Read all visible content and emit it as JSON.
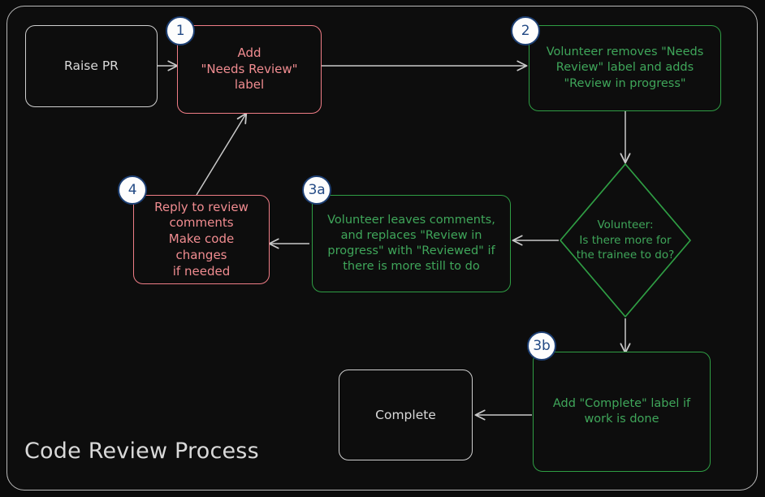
{
  "diagram": {
    "title": "Code Review Process",
    "colors": {
      "background": "#0b0b0b",
      "frame_border": "#b9b9b9",
      "neutral": "#cfcfcf",
      "red": "#ef7d86",
      "red_text": "#f08c90",
      "green": "#2f9e44",
      "green_text": "#3fa65a",
      "edge": "#c9c9c9",
      "badge_fill": "#fdfdfd",
      "badge_border": "#1d3f73",
      "badge_text": "#234a85"
    },
    "nodes": [
      {
        "id": "raise-pr",
        "label": "Raise PR",
        "shape": "rounded-rect",
        "style": "neutral",
        "badge": null
      },
      {
        "id": "add-needs-review-label",
        "label": "Add\n\"Needs Review\"\nlabel",
        "shape": "rounded-rect",
        "style": "red",
        "badge": "1"
      },
      {
        "id": "volunteer-swaps-labels",
        "label": "Volunteer removes \"Needs\nReview\" label and adds\n\"Review in progress\"",
        "shape": "rounded-rect",
        "style": "green",
        "badge": "2"
      },
      {
        "id": "more-for-trainee-decision",
        "label": "Volunteer:\nIs there more for\nthe trainee to do?",
        "shape": "diamond",
        "style": "green",
        "badge": null
      },
      {
        "id": "volunteer-leaves-comments",
        "label": "Volunteer leaves comments,\nand replaces \"Review in\nprogress\" with \"Reviewed\" if\nthere is more still to do",
        "shape": "rounded-rect",
        "style": "green",
        "badge": "3a"
      },
      {
        "id": "reply-to-review-comments",
        "label": "Reply to review\ncomments\nMake code changes\nif needed",
        "shape": "rounded-rect",
        "style": "red",
        "badge": "4"
      },
      {
        "id": "add-complete-label",
        "label": "Add \"Complete\" label if\nwork is done",
        "shape": "rounded-rect",
        "style": "green",
        "badge": "3b"
      },
      {
        "id": "complete",
        "label": "Complete",
        "shape": "rounded-rect",
        "style": "neutral",
        "badge": null
      }
    ],
    "edges": [
      {
        "from": "raise-pr",
        "to": "add-needs-review-label",
        "label": ""
      },
      {
        "from": "add-needs-review-label",
        "to": "volunteer-swaps-labels",
        "label": ""
      },
      {
        "from": "volunteer-swaps-labels",
        "to": "more-for-trainee-decision",
        "label": ""
      },
      {
        "from": "more-for-trainee-decision",
        "to": "volunteer-leaves-comments",
        "label": ""
      },
      {
        "from": "more-for-trainee-decision",
        "to": "add-complete-label",
        "label": ""
      },
      {
        "from": "volunteer-leaves-comments",
        "to": "reply-to-review-comments",
        "label": ""
      },
      {
        "from": "reply-to-review-comments",
        "to": "add-needs-review-label",
        "label": ""
      },
      {
        "from": "add-complete-label",
        "to": "complete",
        "label": ""
      }
    ]
  }
}
